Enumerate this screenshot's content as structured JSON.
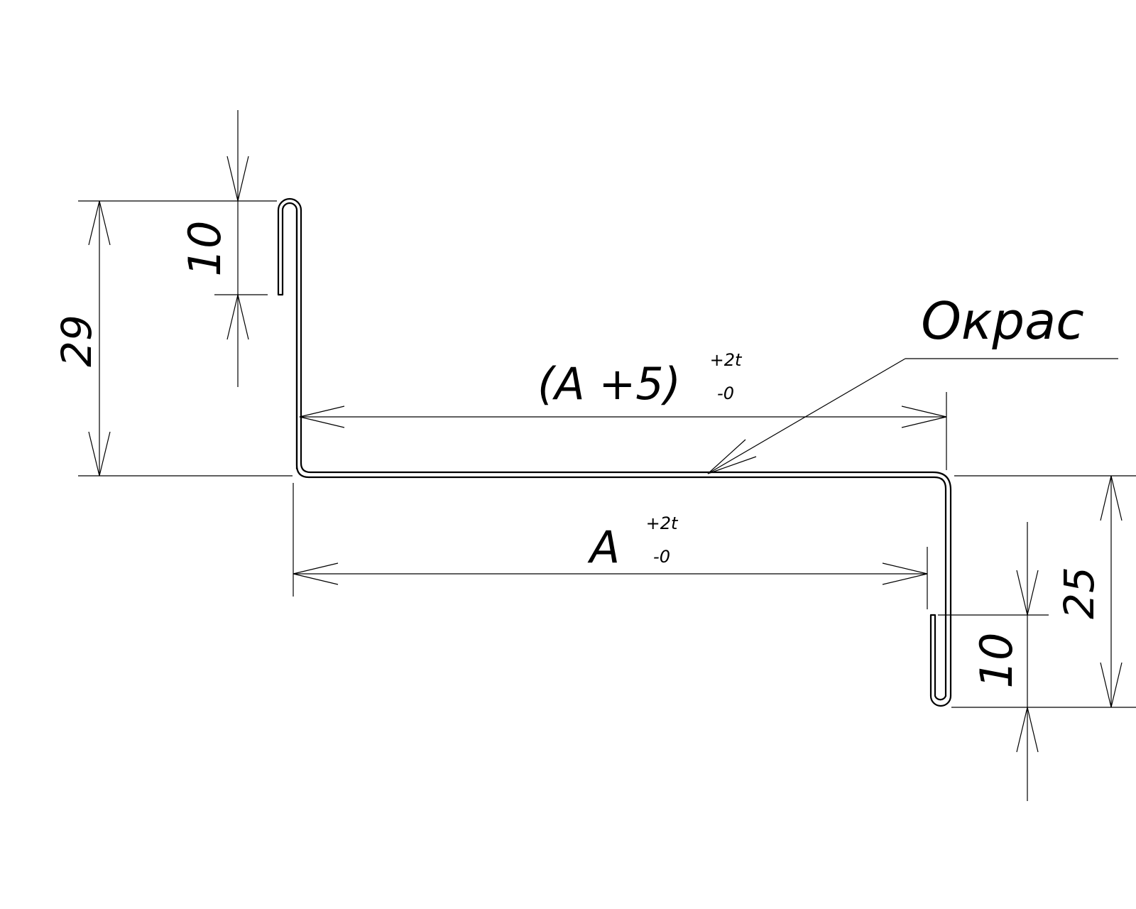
{
  "dimensions": {
    "left_total_height": "29",
    "left_hem_height": "10",
    "right_total_height": "25",
    "right_hem_height": "10",
    "top_width": "(A +5)",
    "top_width_tol_plus": "+2t",
    "top_width_tol_minus": "-0",
    "bottom_width": "A",
    "bottom_width_tol_plus": "+2t",
    "bottom_width_tol_minus": "-0"
  },
  "callout": {
    "label": "Окрас"
  },
  "colors": {
    "line": "#000000",
    "background": "#ffffff"
  }
}
